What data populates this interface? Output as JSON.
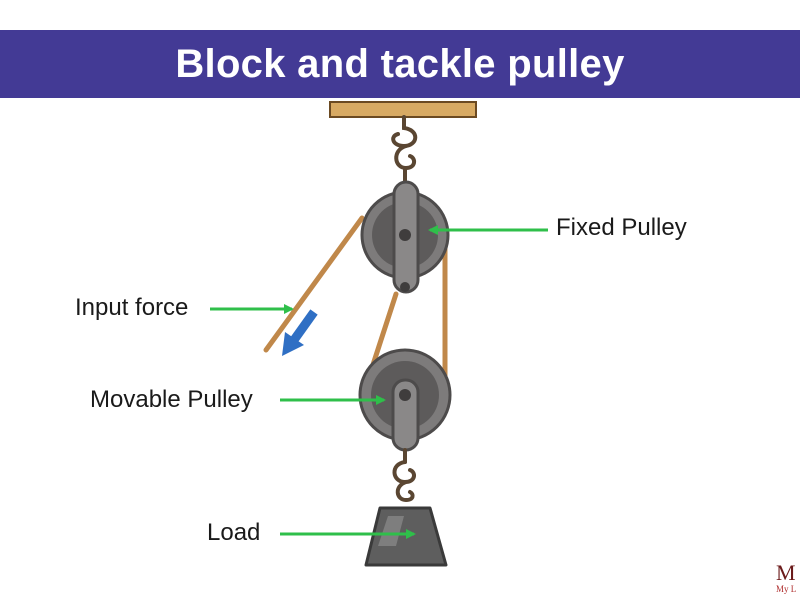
{
  "title": "Block and tackle pulley",
  "labels": {
    "fixed_pulley": "Fixed Pulley",
    "input_force": "Input force",
    "movable_pulley": "Movable Pulley",
    "load": "Load"
  },
  "watermark": {
    "mark": "M",
    "subtext": "My L"
  },
  "colors": {
    "banner": "#433a95",
    "rope": "#c0884a",
    "pulley": "#7d7b7b",
    "arrow": "#2fbf4a",
    "force_arrow": "#2f6fc4",
    "load": "#5e5e5e"
  }
}
